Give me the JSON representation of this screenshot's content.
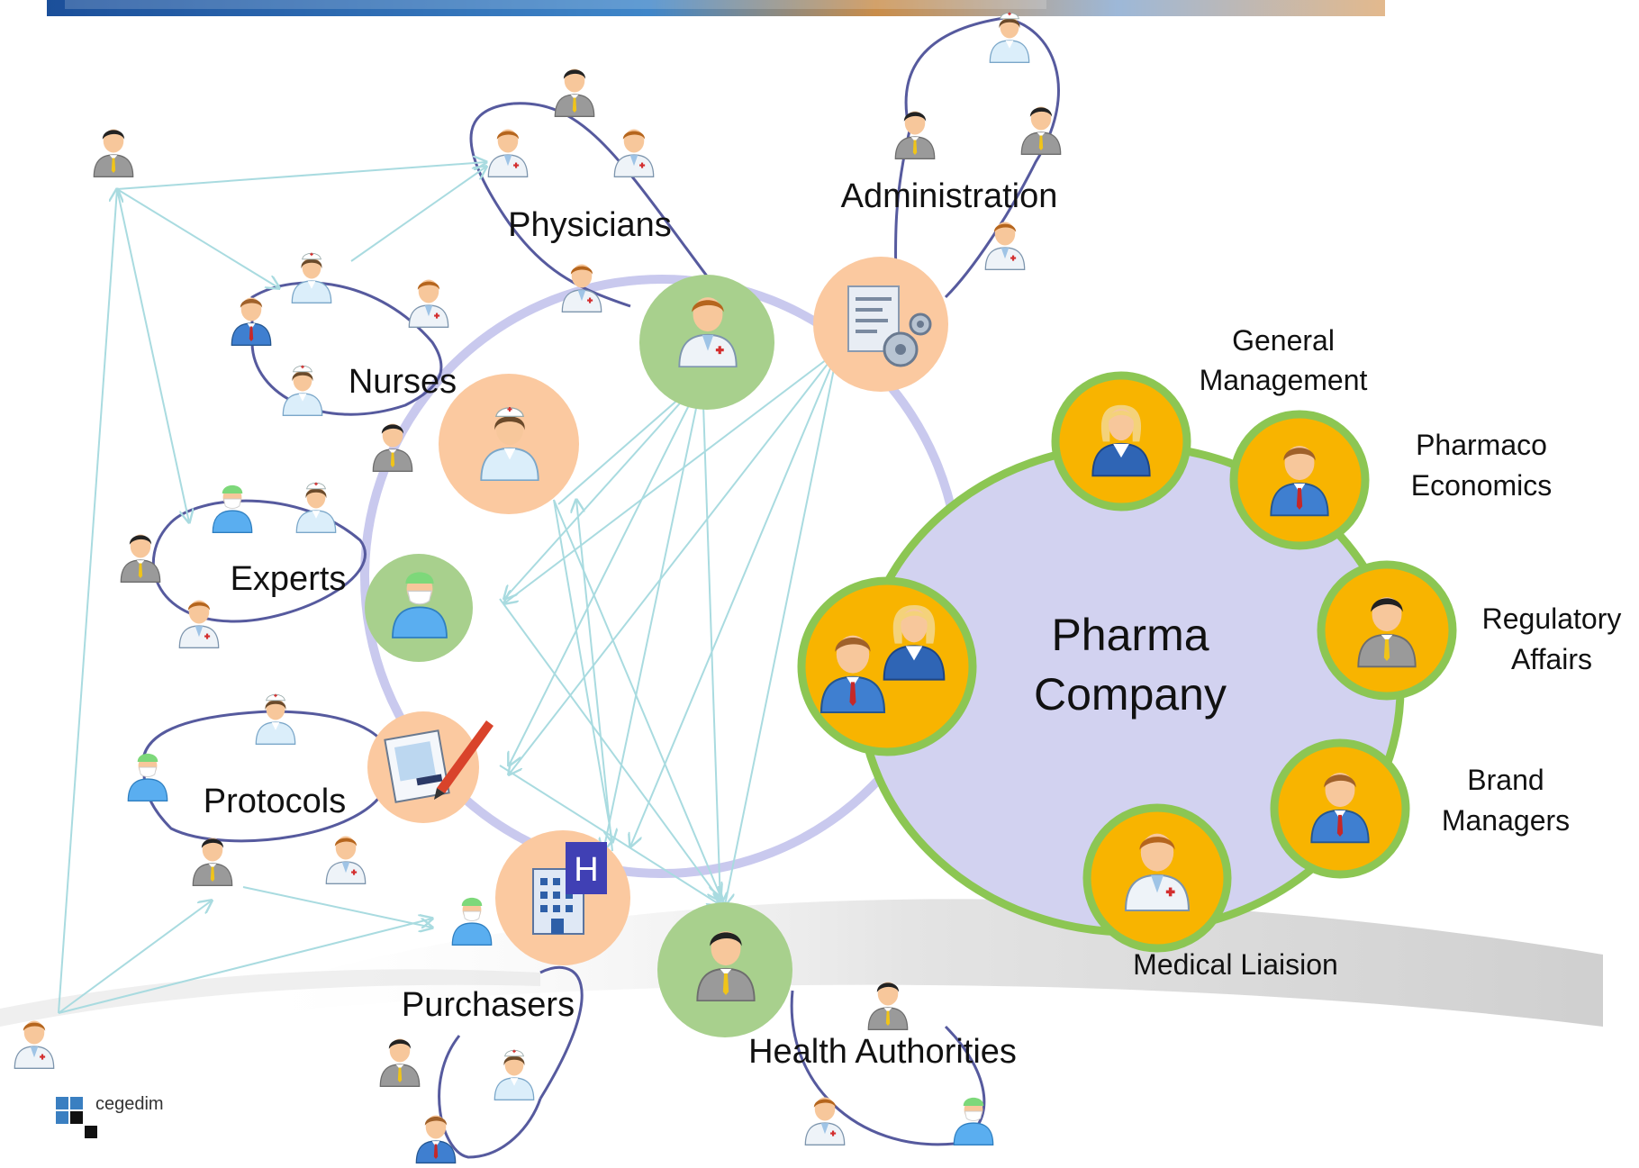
{
  "colors": {
    "hub_ring": "#c9c9ee",
    "hub_green": "#a8d08d",
    "hub_orange": "#fbc9a0",
    "pharma_fill": "#d2d2f0",
    "pharma_border": "#8cc653",
    "pharma_node_fill": "#f8b400",
    "arrow": "#a9dbe0",
    "group_line": "#565a9e",
    "h_badge": "#4040b4"
  },
  "groups": {
    "physicians": "Physicians",
    "nurses": "Nurses",
    "experts": "Experts",
    "protocols": "Protocols",
    "purchasers": "Purchasers",
    "administration": "Administration",
    "health_authorities": "Health Authorities"
  },
  "hub_badge": "H",
  "pharma": {
    "center_line1": "Pharma",
    "center_line2": "Company",
    "roles": {
      "general_management": [
        "General",
        "Management"
      ],
      "pharmaco_economics": [
        "Pharmaco",
        "Economics"
      ],
      "regulatory_affairs": [
        "Regulatory",
        "Affairs"
      ],
      "brand_managers": [
        "Brand",
        "Managers"
      ],
      "medical_liaision": "Medical Liaision"
    }
  },
  "logo": {
    "text": "cegedim"
  },
  "icons": [
    "doctor-icon",
    "nurse-icon",
    "surgeon-icon",
    "businessman-icon",
    "businesswoman-icon",
    "document-settings-icon",
    "signature-form-icon",
    "hospital-building-icon"
  ]
}
